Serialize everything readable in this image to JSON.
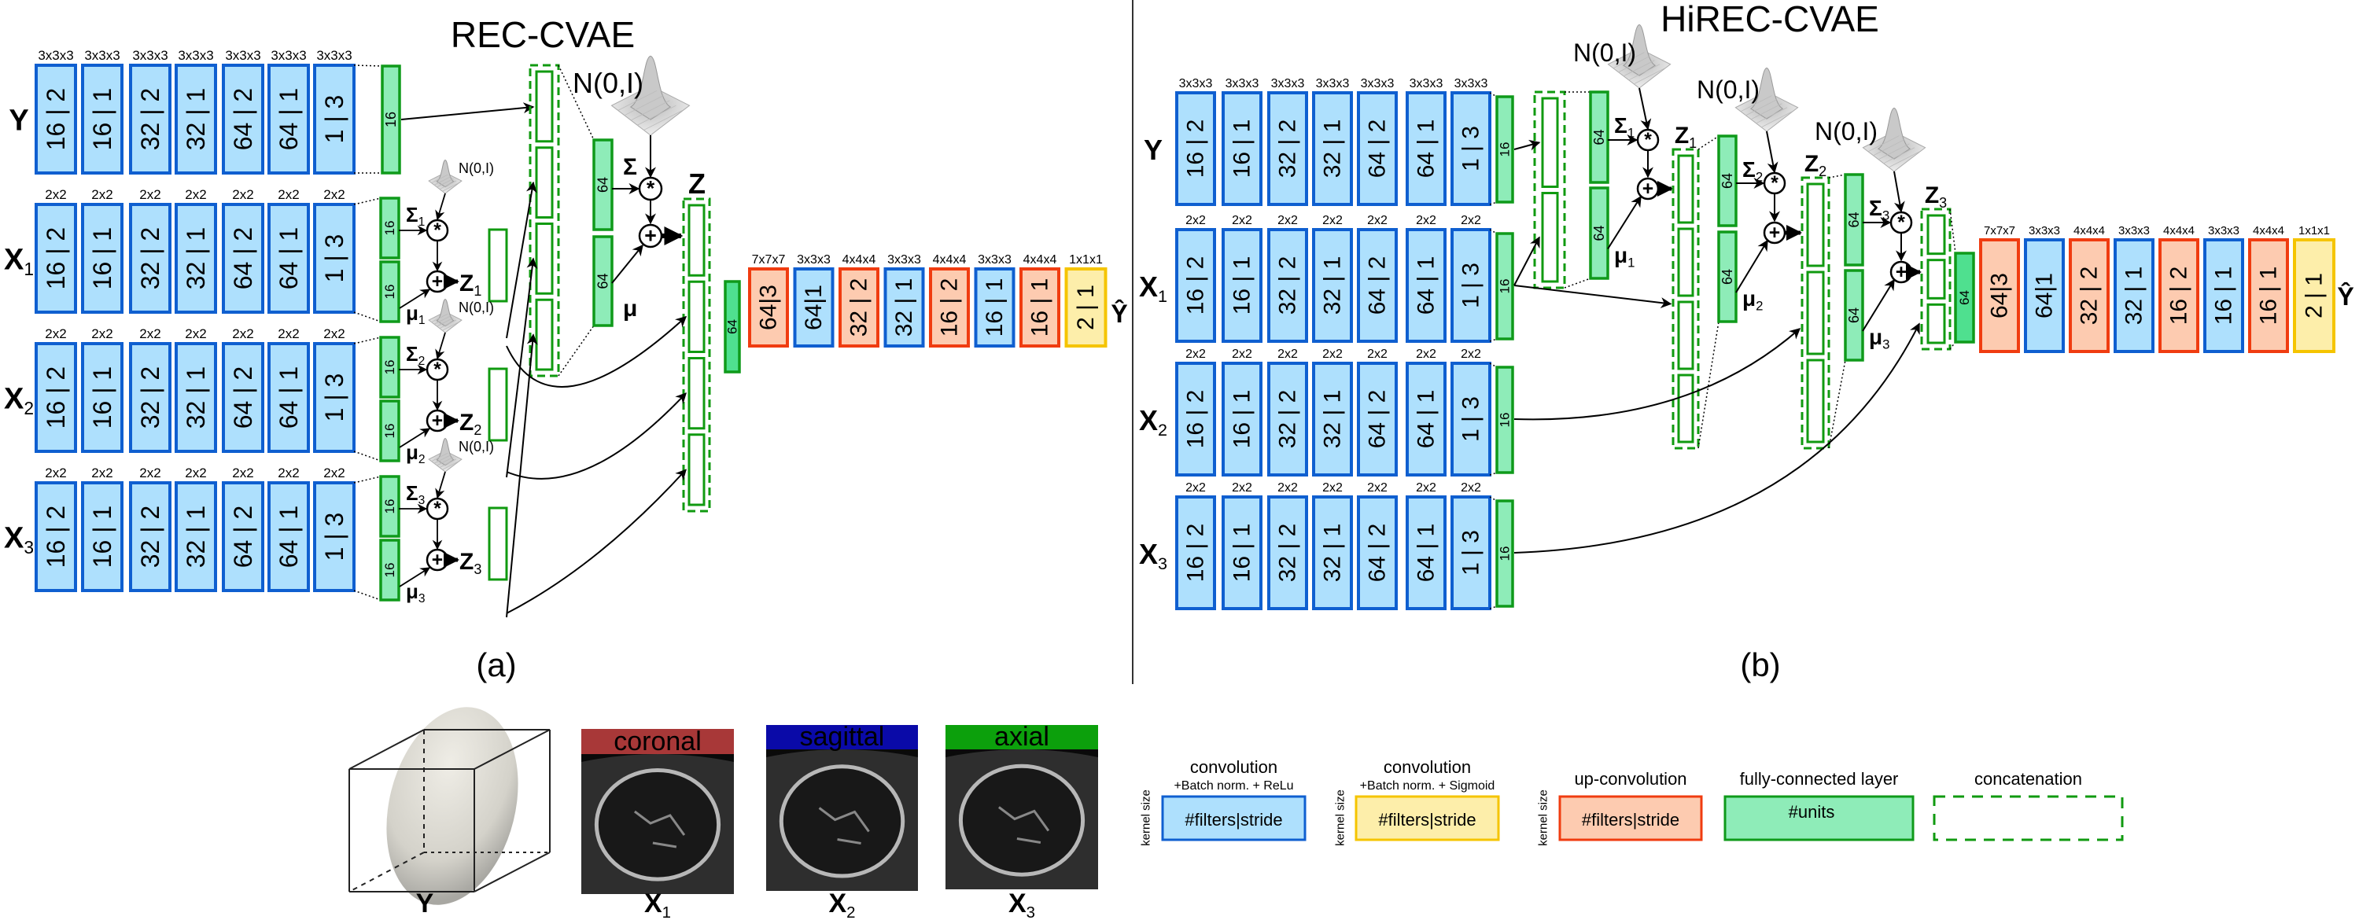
{
  "panel_a": {
    "title": "REC-CVAE",
    "caption": "(a)"
  },
  "panel_b": {
    "title": "HiREC-CVAE",
    "caption": "(b)"
  },
  "inputs": [
    {
      "name": "Y",
      "sub": ""
    },
    {
      "name": "X",
      "sub": "1"
    },
    {
      "name": "X",
      "sub": "2"
    },
    {
      "name": "X",
      "sub": "3"
    }
  ],
  "encoder": {
    "y_kernels": [
      "3x3x3",
      "3x3x3",
      "3x3x3",
      "3x3x3",
      "3x3x3",
      "3x3x3",
      "3x3x3"
    ],
    "x_kernels": [
      "2x2",
      "2x2",
      "2x2",
      "2x2",
      "2x2",
      "2x2",
      "2x2"
    ],
    "layers": [
      "16 | 2",
      "16 | 1",
      "32 | 2",
      "32 | 1",
      "64 | 2",
      "64 | 1",
      "1 | 3"
    ]
  },
  "fc_units": {
    "encoder": "16",
    "latent": "64",
    "decoder": "64"
  },
  "latent": {
    "noise": "N(0,I)",
    "sigma": "Σ",
    "mu": "μ",
    "z": "Z",
    "mult": "*",
    "add": "+"
  },
  "decoder": {
    "kernels": [
      "7x7x7",
      "3x3x3",
      "4x4x4",
      "3x3x3",
      "4x4x4",
      "3x3x3",
      "4x4x4",
      "1x1x1"
    ],
    "layers": [
      "64|3",
      "64|1",
      "32 | 2",
      "32 | 1",
      "16 | 2",
      "16 | 1",
      "16 | 1",
      "2 | 1"
    ],
    "types": [
      "up",
      "conv",
      "up",
      "conv",
      "up",
      "conv",
      "up",
      "sig"
    ]
  },
  "output": "Ŷ",
  "colors": {
    "conv": {
      "fill": "#aee0fd",
      "stroke": "#0f5fd0"
    },
    "up": {
      "fill": "#fdcbb0",
      "stroke": "#f03c10"
    },
    "sig": {
      "fill": "#fdeeaa",
      "stroke": "#f5c400"
    },
    "fc": {
      "fill": "#8eecb8",
      "stroke": "#0f9a1a"
    },
    "fc_dark": {
      "fill": "#4fe08f",
      "stroke": "#0f9a1a"
    },
    "concat": "#109a10"
  },
  "views": [
    {
      "label": "coronal",
      "color": "#a83838"
    },
    {
      "label": "sagittal",
      "color": "#0a0aa8"
    },
    {
      "label": "axial",
      "color": "#0ca00c"
    }
  ],
  "legend": [
    {
      "title": "convolution",
      "subtitle": "+Batch norm. + ReLu",
      "text": "#filters|stride",
      "side": "kernel size",
      "type": "conv"
    },
    {
      "title": "convolution",
      "subtitle": "+Batch norm. + Sigmoid",
      "text": "#filters|stride",
      "side": "kernel size",
      "type": "sig"
    },
    {
      "title": "up-convolution",
      "text": "#filters|stride",
      "side": "kernel size",
      "type": "up"
    },
    {
      "title": "fully-connected layer",
      "text": "#units",
      "type": "fc"
    },
    {
      "title": "concatenation",
      "type": "concat"
    }
  ]
}
